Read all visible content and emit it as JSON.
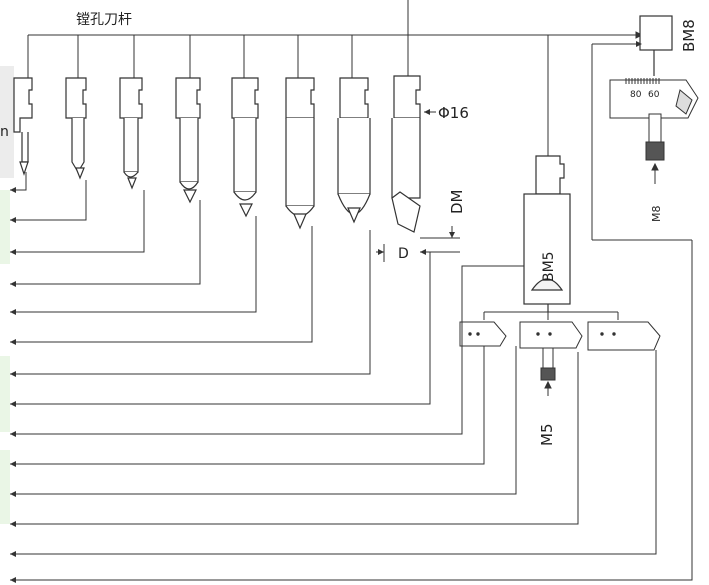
{
  "title": "镗孔刀杆",
  "labels": {
    "phi16": "Φ16",
    "dm": "DM",
    "d": "D",
    "bm5": "BM5",
    "bm8": "BM8",
    "m5": "M5",
    "m8": "M8",
    "scale_80": "80",
    "scale_60": "60",
    "left_edge_n": "n"
  },
  "colors": {
    "line": "#333333",
    "table_band": "#eaf6e6",
    "table_header": "#ececec",
    "knurl": "#555555"
  }
}
